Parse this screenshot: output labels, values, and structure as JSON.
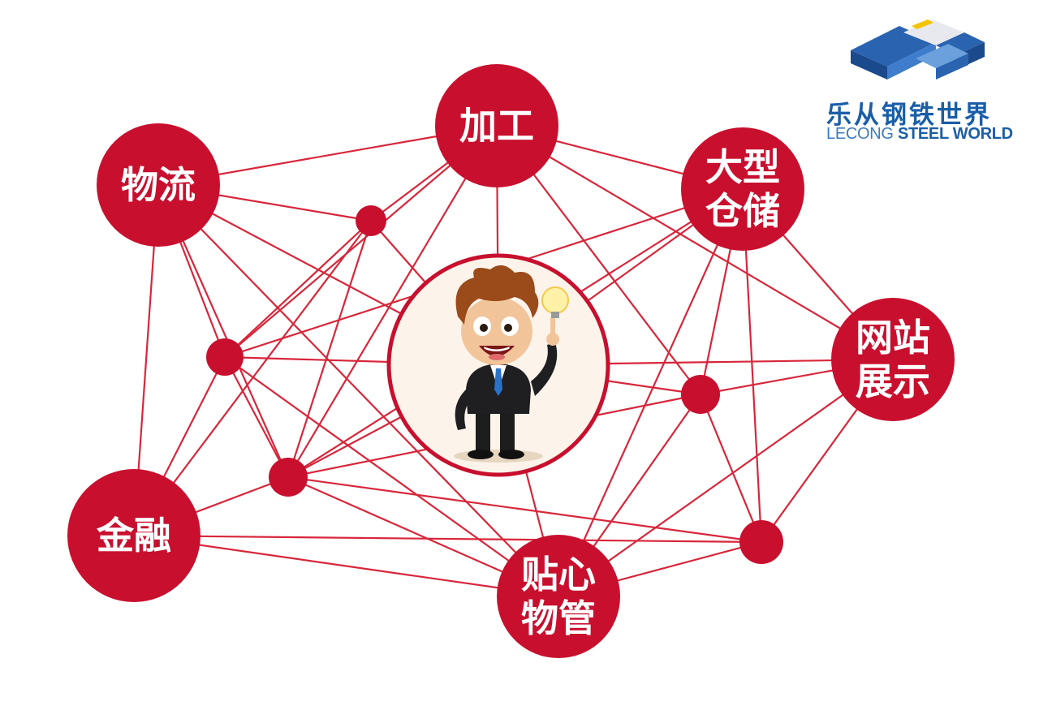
{
  "diagram": {
    "nodes": [
      {
        "id": "jiagong",
        "label": [
          "加工"
        ]
      },
      {
        "id": "wuliu",
        "label": [
          "物流"
        ]
      },
      {
        "id": "cangchu",
        "label": [
          "大型",
          "仓储"
        ]
      },
      {
        "id": "wangzhan",
        "label": [
          "网站",
          "展示"
        ]
      },
      {
        "id": "jinrong",
        "label": [
          "金融"
        ]
      },
      {
        "id": "wuguan",
        "label": [
          "贴心",
          "物管"
        ]
      }
    ],
    "center_figure": "businessman-with-lightbulb-icon",
    "colors": {
      "node": "#c8102e",
      "line": "#d8263a",
      "center_ring": "#c8102e",
      "center_fill": "#fcf4ea"
    }
  },
  "logo": {
    "name_cn": "乐从钢铁世界",
    "name_en_light": "LECONG",
    "name_en_bold": "STEEL WORLD",
    "icon": "steel-world-cube-logo-icon"
  }
}
